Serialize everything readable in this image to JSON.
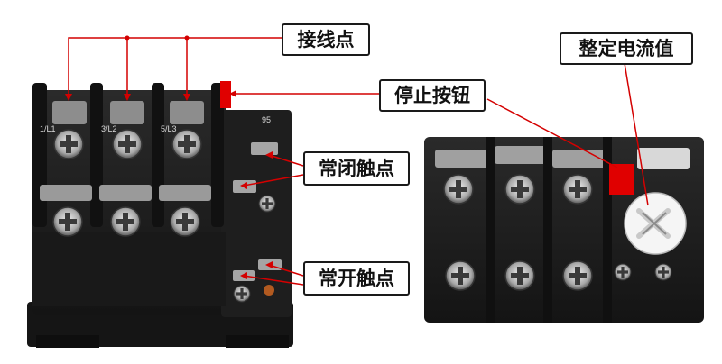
{
  "labels": {
    "terminal": "接线点",
    "stop_button": "停止按钮",
    "nc_contact": "常闭触点",
    "no_contact": "常开触点",
    "current_setting": "整定电流值"
  },
  "markings": {
    "term1": "1/L1",
    "term2": "3/L2",
    "term3": "5/L3",
    "aux_top": "95"
  },
  "colors": {
    "leader_line": "#d40000",
    "stop_button": "#e00000",
    "housing": "#1c1c1c"
  },
  "icons": {
    "screw": "screw-terminal-icon",
    "dial": "current-dial-icon"
  }
}
